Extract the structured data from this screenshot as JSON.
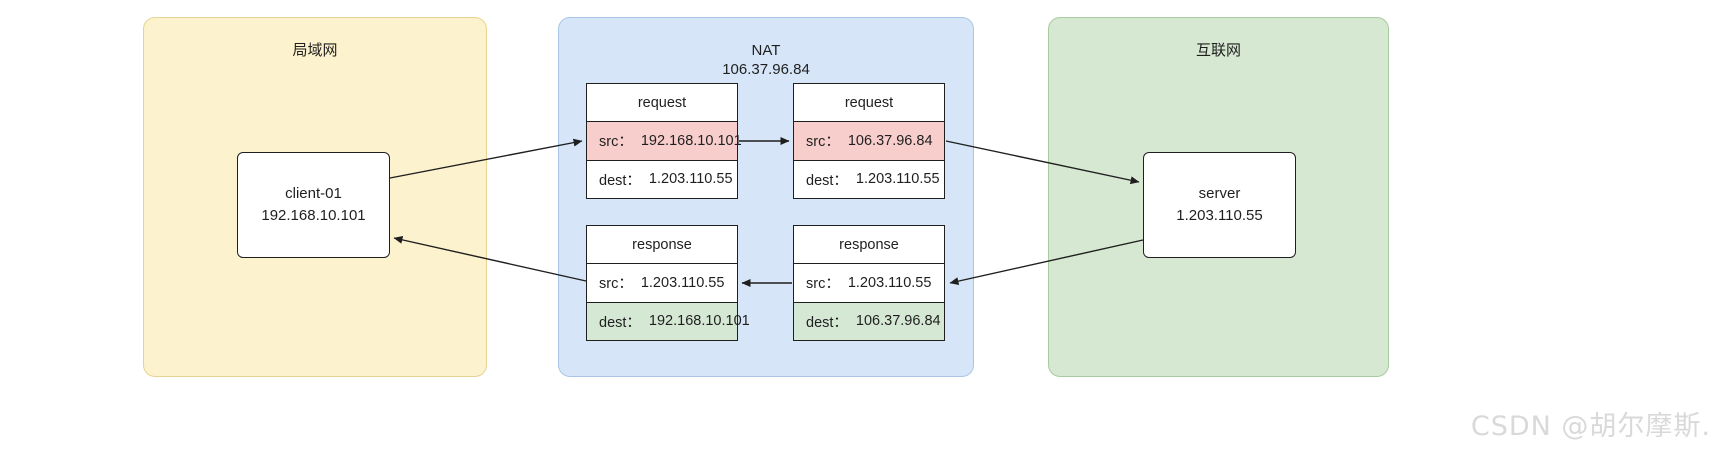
{
  "zones": {
    "lan": {
      "title": "局域网"
    },
    "nat": {
      "title": "NAT\n106.37.96.84",
      "name": "NAT",
      "ip": "106.37.96.84"
    },
    "internet": {
      "title": "互联网"
    }
  },
  "nodes": {
    "client": {
      "name": "client-01",
      "ip": "192.168.10.101"
    },
    "server": {
      "name": "server",
      "ip": "1.203.110.55"
    }
  },
  "packets": {
    "request_in": {
      "title": "request",
      "src_key": "src：",
      "src_val": "192.168.10.101",
      "dest_key": "dest：",
      "dest_val": "1.203.110.55"
    },
    "request_out": {
      "title": "request",
      "src_key": "src：",
      "src_val": "106.37.96.84",
      "dest_key": "dest：",
      "dest_val": "1.203.110.55"
    },
    "response_in": {
      "title": "response",
      "src_key": "src：",
      "src_val": "1.203.110.55",
      "dest_key": "dest：",
      "dest_val": "192.168.10.101"
    },
    "response_out": {
      "title": "response",
      "src_key": "src：",
      "src_val": "1.203.110.55",
      "dest_key": "dest：",
      "dest_val": "106.37.96.84"
    }
  },
  "colors": {
    "lan_fill": "#fdf2ce",
    "lan_stroke": "#e8d292",
    "nat_fill": "#d6e6f8",
    "nat_stroke": "#a9c6e8",
    "internet_fill": "#d7e8d2",
    "internet_stroke": "#a8cb9f",
    "src_highlight": "#f8cecc",
    "dest_highlight": "#d5e8d4",
    "node_stroke": "#1f1f1f",
    "arrow": "#1f1f1f",
    "watermark": "#d9d9d9"
  },
  "watermark": {
    "text": "CSDN @胡尔摩斯."
  }
}
